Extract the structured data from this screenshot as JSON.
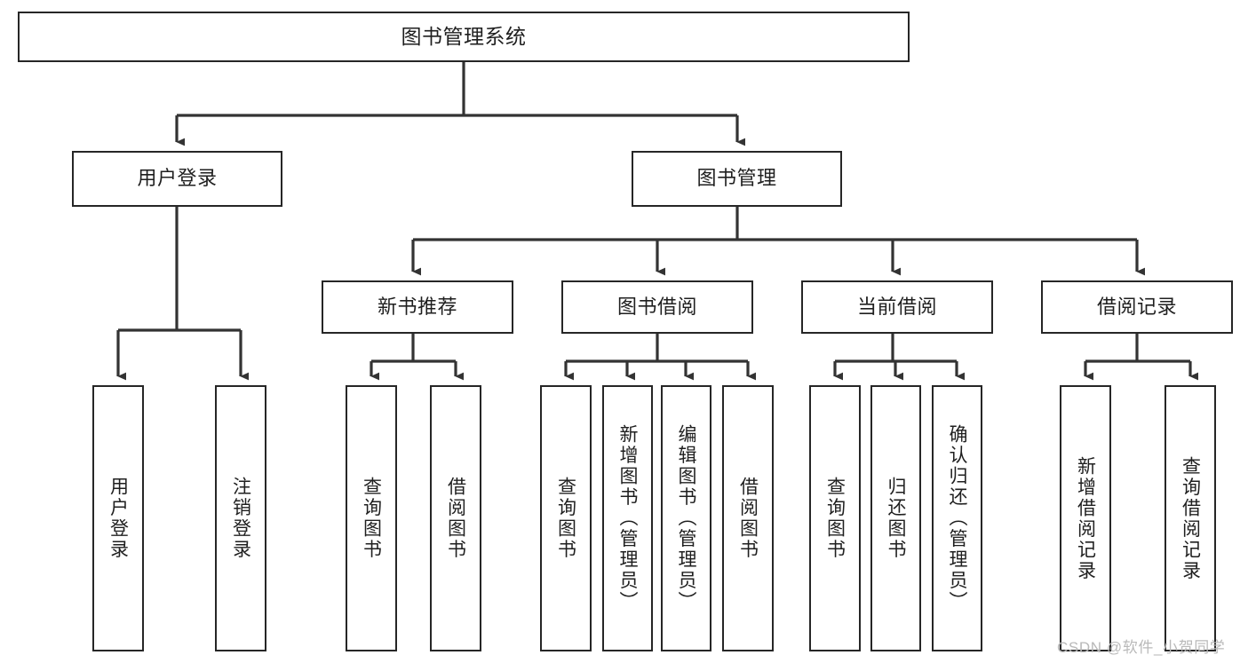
{
  "diagram": {
    "type": "tree-hierarchy",
    "title": "图书管理系统",
    "watermark": "CSDN @软件_小贺同学",
    "colors": {
      "box_border": "#262626",
      "box_fill": "#ffffff",
      "connector": "#333333",
      "text": "#1f1f1f",
      "watermark": "#b9b9b9"
    },
    "nodes": {
      "root": {
        "label": "图书管理系统"
      },
      "level2": [
        {
          "id": "user-login",
          "label": "用户登录"
        },
        {
          "id": "book-management",
          "label": "图书管理"
        }
      ],
      "level3": [
        {
          "id": "new-book-recommend",
          "label": "新书推荐"
        },
        {
          "id": "book-borrow",
          "label": "图书借阅"
        },
        {
          "id": "current-borrow",
          "label": "当前借阅"
        },
        {
          "id": "borrow-record",
          "label": "借阅记录"
        }
      ],
      "leaves": {
        "user-login": [
          {
            "id": "leaf-user-login",
            "label": "用户登录"
          },
          {
            "id": "leaf-user-logout",
            "label": "注销登录"
          }
        ],
        "new-book-recommend": [
          {
            "id": "leaf-query-book-1",
            "label": "查询图书"
          },
          {
            "id": "leaf-borrow-book-1",
            "label": "借阅图书"
          }
        ],
        "book-borrow": [
          {
            "id": "leaf-query-book-2",
            "label": "查询图书"
          },
          {
            "id": "leaf-add-book",
            "label": "新增图书（管理员）"
          },
          {
            "id": "leaf-edit-book",
            "label": "编辑图书（管理员）"
          },
          {
            "id": "leaf-borrow-book-2",
            "label": "借阅图书"
          }
        ],
        "current-borrow": [
          {
            "id": "leaf-query-book-3",
            "label": "查询图书"
          },
          {
            "id": "leaf-return-book",
            "label": "归还图书"
          },
          {
            "id": "leaf-confirm-return",
            "label": "确认归还（管理员）"
          }
        ],
        "borrow-record": [
          {
            "id": "leaf-add-record",
            "label": "新增借阅记录"
          },
          {
            "id": "leaf-query-record",
            "label": "查询借阅记录"
          }
        ]
      }
    }
  }
}
